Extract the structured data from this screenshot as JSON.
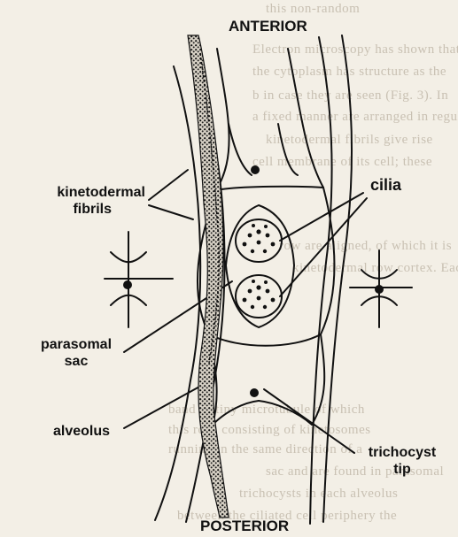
{
  "labels": {
    "anterior": "ANTERIOR",
    "posterior": "POSTERIOR",
    "kinetodermal_line1": "kinetodermal",
    "kinetodermal_line2": "fibrils",
    "cilia": "cilia",
    "parasomal_line1": "parasomal",
    "parasomal_line2": "sac",
    "alveolus": "alveolus",
    "trichocyst_line1": "trichocyst",
    "trichocyst_line2": "tip"
  },
  "background_text": [
    "this non-random",
    "Electron microscopy has shown that",
    "the cytoplasm has structure as the",
    "b in case they are seen (Fig. 3). In",
    "a fixed manner are arranged in regular",
    "kinetodermal fibrils give rise",
    "cell membrane of its cell; these",
    "row are aligned, of which it is",
    "kinetodermal row cortex. Each",
    "band of tiny microtubule of which",
    "this row, consisting of kinetosomes",
    "running in the same direction of a",
    "sac and are found in parasomal",
    "trichocysts in each alveolus",
    "between the ciliated cell periphery the"
  ],
  "colors": {
    "ink": "#111111",
    "paper": "#f3efe6",
    "ghost_text": "#c9c1b3"
  }
}
